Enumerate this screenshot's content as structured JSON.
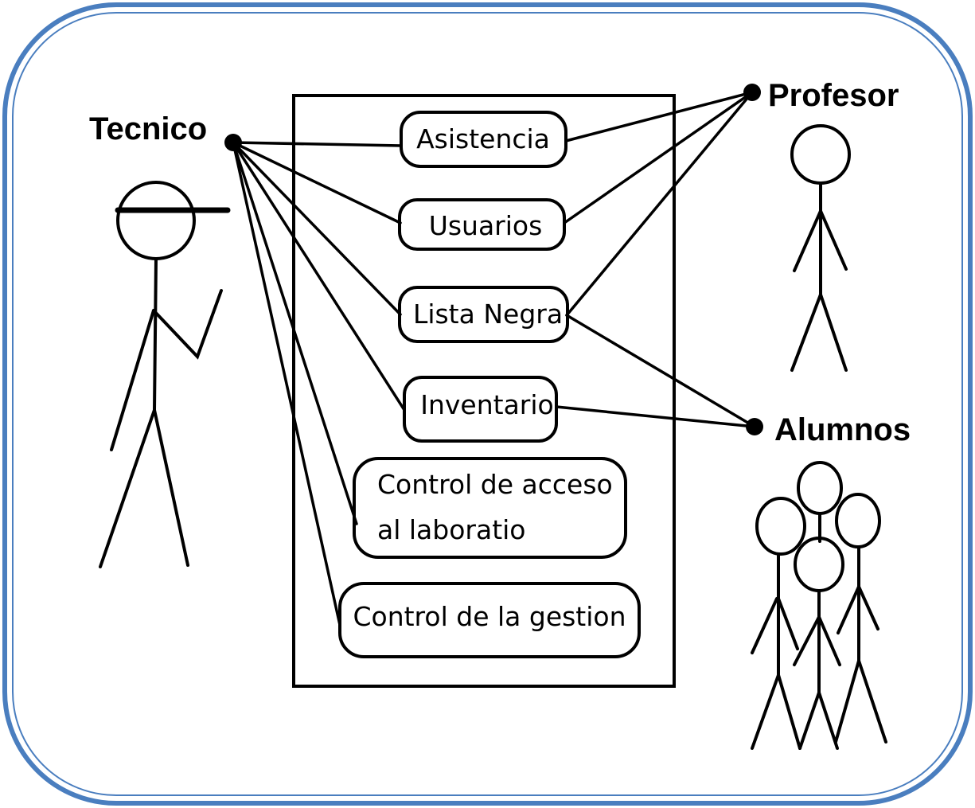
{
  "diagram": {
    "actors": {
      "tecnico": "Tecnico",
      "profesor": "Profesor",
      "alumnos": "Alumnos"
    },
    "use_cases": [
      {
        "id": "asistencia",
        "lines": [
          "Asistencia"
        ]
      },
      {
        "id": "usuarios",
        "lines": [
          "Usuarios"
        ]
      },
      {
        "id": "lista-negra",
        "lines": [
          "Lista Negra"
        ]
      },
      {
        "id": "inventario",
        "lines": [
          "Inventario"
        ]
      },
      {
        "id": "control-acceso",
        "lines": [
          "Control de acceso",
          "al laboratio"
        ]
      },
      {
        "id": "control-gestion",
        "lines": [
          "Control de la gestion"
        ]
      }
    ],
    "associations": [
      [
        "tecnico",
        "asistencia"
      ],
      [
        "tecnico",
        "usuarios"
      ],
      [
        "tecnico",
        "lista-negra"
      ],
      [
        "tecnico",
        "inventario"
      ],
      [
        "tecnico",
        "control-acceso"
      ],
      [
        "tecnico",
        "control-gestion"
      ],
      [
        "profesor",
        "asistencia"
      ],
      [
        "profesor",
        "usuarios"
      ],
      [
        "profesor",
        "lista-negra"
      ],
      [
        "alumnos",
        "lista-negra"
      ],
      [
        "alumnos",
        "inventario"
      ]
    ],
    "colors": {
      "frame": "#4a7ebf",
      "ink": "#000000",
      "background": "#ffffff"
    }
  }
}
